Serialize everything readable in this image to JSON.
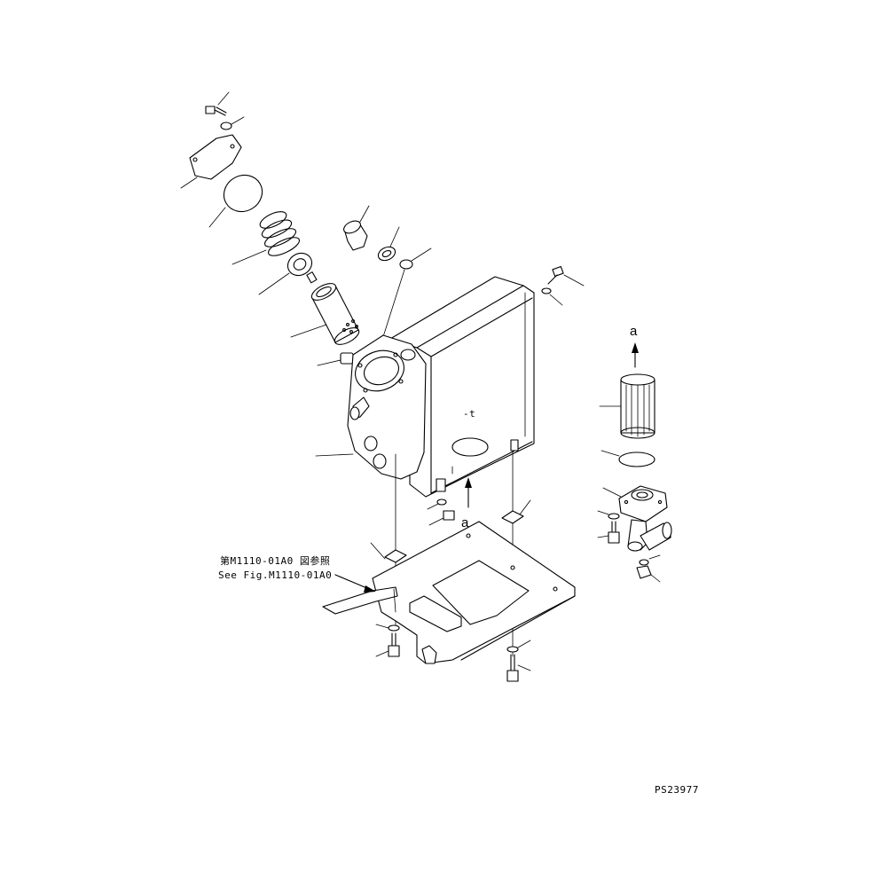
{
  "ref_note": {
    "jp": "第M1110-01A0 図参照",
    "en": "See Fig.M1110-01A0"
  },
  "view_marker_top": "a",
  "view_marker_bottom": "a",
  "figure_code": "PS23977"
}
